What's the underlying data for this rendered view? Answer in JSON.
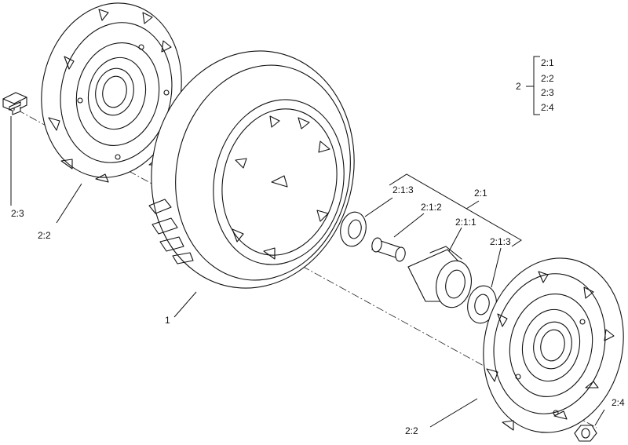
{
  "callouts": {
    "tire": "1",
    "hub_left": "2:2",
    "hub_right": "2:2",
    "bolt": "2:3",
    "nut": "2:4",
    "bearing_assembly": "2:1",
    "bearing_left": "2:1:3",
    "bearing_right": "2:1:3",
    "spacer_tube": "2:1:2",
    "bearing_housing": "2:1:1"
  },
  "legend": {
    "parent": "2",
    "children": [
      "2:1",
      "2:2",
      "2:3",
      "2:4"
    ]
  }
}
